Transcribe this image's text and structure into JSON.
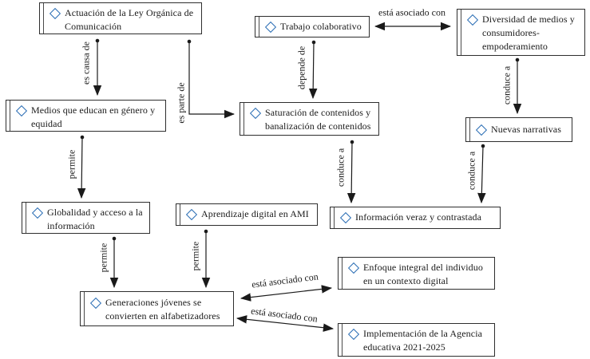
{
  "concept_map": {
    "colors": {
      "node_border": "#2e2e2e",
      "diamond_outline": "#2a6db4",
      "arrow": "#1a1a1a",
      "text": "#1a1a1a",
      "background": "#ffffff"
    },
    "nodes": [
      {
        "id": "actuacion-ley-organica",
        "icon": "diamond-icon",
        "label": "Actuación de la Ley Orgánica de Comunicación"
      },
      {
        "id": "trabajo-colaborativo",
        "icon": "diamond-icon",
        "label": "Trabajo colaborativo"
      },
      {
        "id": "diversidad-medios",
        "icon": "diamond-icon",
        "label": "Diversidad de medios y consumidores- empoderamiento"
      },
      {
        "id": "medios-educan-genero",
        "icon": "diamond-icon",
        "label": "Medios que educan en género y equidad"
      },
      {
        "id": "saturacion-contenidos",
        "icon": "diamond-icon",
        "label": "Saturación de contenidos y banalización de contenidos"
      },
      {
        "id": "nuevas-narrativas",
        "icon": "diamond-icon",
        "label": "Nuevas narrativas"
      },
      {
        "id": "globalidad-acceso",
        "icon": "diamond-icon",
        "label": "Globalidad y acceso a la información"
      },
      {
        "id": "aprendizaje-digital",
        "icon": "diamond-icon",
        "label": "Aprendizaje digital en AMI"
      },
      {
        "id": "informacion-veraz",
        "icon": "diamond-icon",
        "label": "Información veraz y contrastada"
      },
      {
        "id": "generaciones-jovenes",
        "icon": "diamond-icon",
        "label": "Generaciones jóvenes se convierten en alfabetizadores"
      },
      {
        "id": "enfoque-integral",
        "icon": "diamond-icon",
        "label": "Enfoque integral del individuo en un contexto digital"
      },
      {
        "id": "implementacion-agencia",
        "icon": "diamond-icon",
        "label": "Implementación de la Agencia educativa 2021-2025"
      }
    ],
    "edges": [
      {
        "label": "es causa de",
        "from": "actuacion-ley-organica",
        "to": "medios-educan-genero",
        "direction": "one-way"
      },
      {
        "label": "es parte de",
        "from": "actuacion-ley-organica",
        "to": "saturacion-contenidos",
        "direction": "one-way"
      },
      {
        "label": "depende de",
        "from": "trabajo-colaborativo",
        "to": "saturacion-contenidos",
        "direction": "one-way"
      },
      {
        "label": "está asociado con",
        "from": "trabajo-colaborativo",
        "to": "diversidad-medios",
        "direction": "two-way"
      },
      {
        "label": "conduce a",
        "from": "diversidad-medios",
        "to": "nuevas-narrativas",
        "direction": "one-way"
      },
      {
        "label": "conduce a",
        "from": "saturacion-contenidos",
        "to": "informacion-veraz",
        "direction": "one-way"
      },
      {
        "label": "conduce a",
        "from": "nuevas-narrativas",
        "to": "informacion-veraz",
        "direction": "one-way"
      },
      {
        "label": "permite",
        "from": "medios-educan-genero",
        "to": "globalidad-acceso",
        "direction": "one-way"
      },
      {
        "label": "permite",
        "from": "globalidad-acceso",
        "to": "generaciones-jovenes",
        "direction": "one-way"
      },
      {
        "label": "permite",
        "from": "aprendizaje-digital",
        "to": "generaciones-jovenes",
        "direction": "one-way"
      },
      {
        "label": "está asociado con",
        "from": "generaciones-jovenes",
        "to": "enfoque-integral",
        "direction": "two-way"
      },
      {
        "label": "está asociado con",
        "from": "generaciones-jovenes",
        "to": "implementacion-agencia",
        "direction": "two-way"
      }
    ]
  }
}
